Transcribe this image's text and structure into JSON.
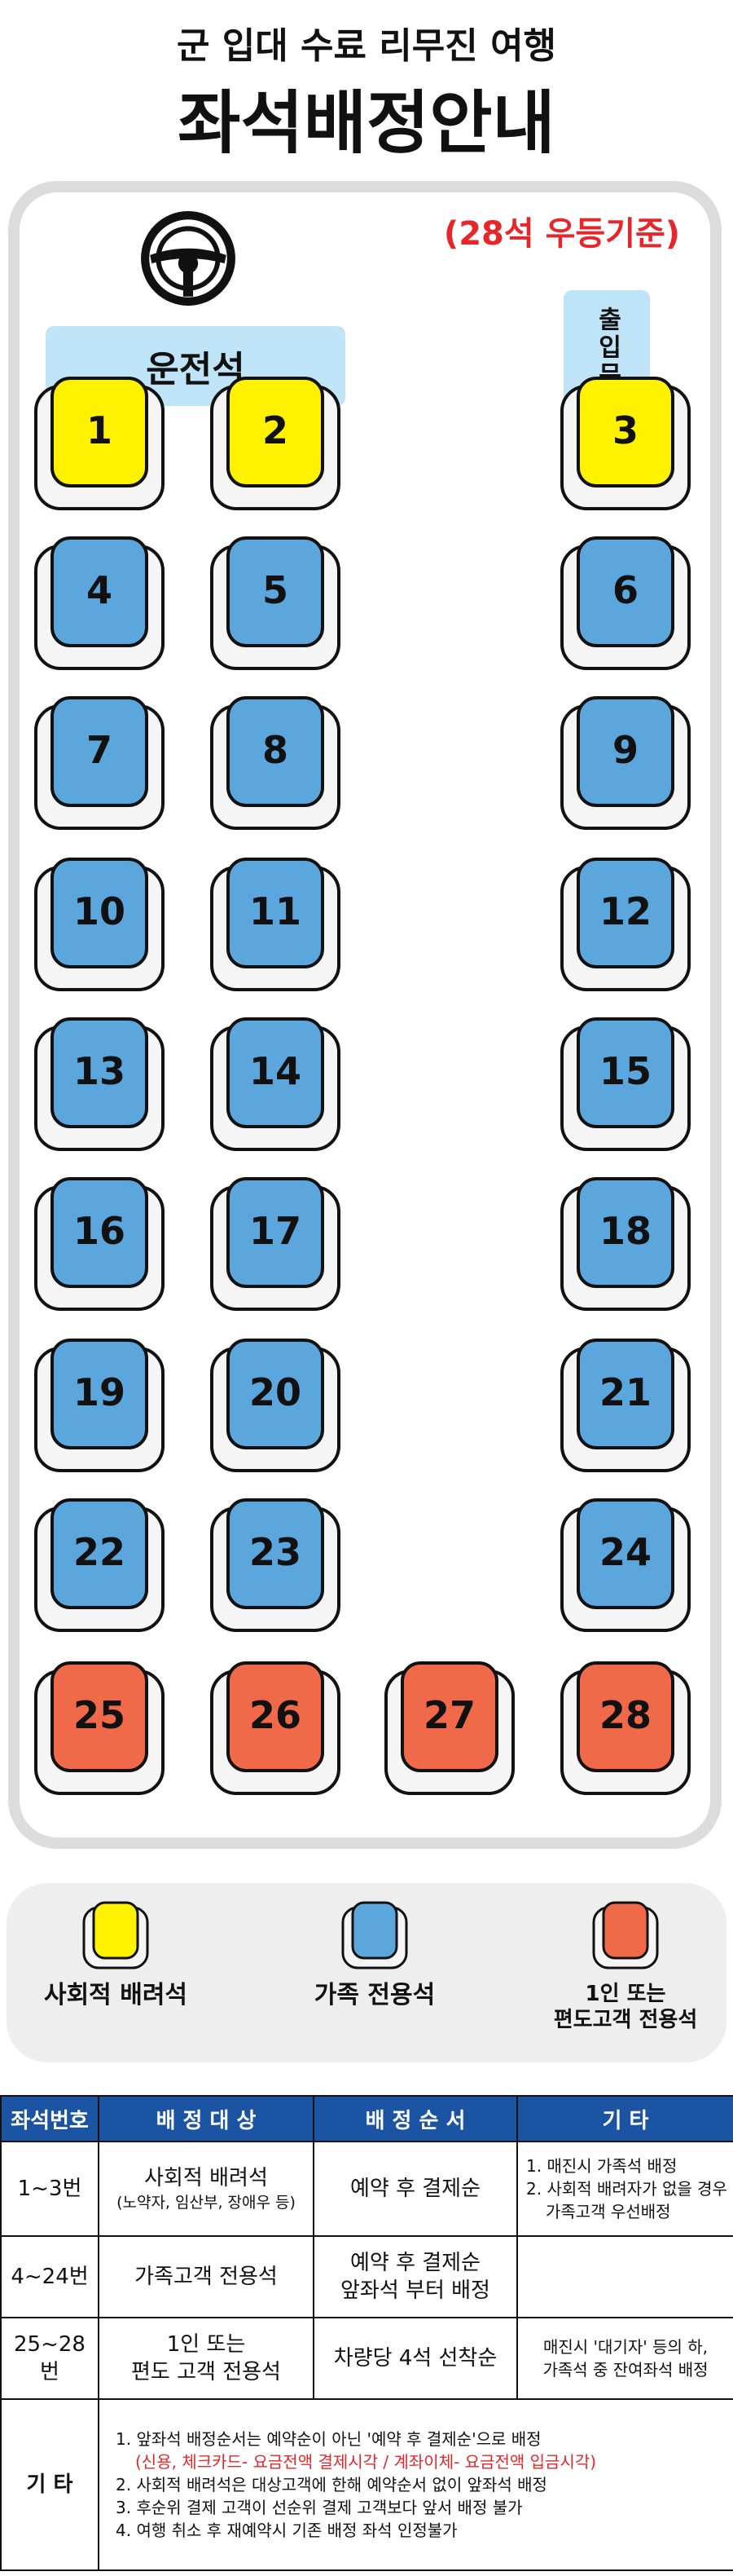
{
  "header": {
    "subtitle": "군 입대 수료 리무진 여행",
    "title": "좌석배정안내"
  },
  "bus": {
    "notice": "(28석 우등기준)",
    "driver_label": "운전석",
    "door_label": "출입문",
    "wheel_icon": "steering-wheel-icon"
  },
  "colors": {
    "yellow": "#fff200",
    "blue": "#5ba6dc",
    "orange": "#f06a4a",
    "frame": "#f5f5f5",
    "accent_red": "#e8262a",
    "table_header": "#1c54a4"
  },
  "seats": [
    {
      "num": "1",
      "type": "yellow"
    },
    {
      "num": "2",
      "type": "yellow"
    },
    {
      "num": "3",
      "type": "yellow"
    },
    {
      "num": "4",
      "type": "blue"
    },
    {
      "num": "5",
      "type": "blue"
    },
    {
      "num": "6",
      "type": "blue"
    },
    {
      "num": "7",
      "type": "blue"
    },
    {
      "num": "8",
      "type": "blue"
    },
    {
      "num": "9",
      "type": "blue"
    },
    {
      "num": "10",
      "type": "blue"
    },
    {
      "num": "11",
      "type": "blue"
    },
    {
      "num": "12",
      "type": "blue"
    },
    {
      "num": "13",
      "type": "blue"
    },
    {
      "num": "14",
      "type": "blue"
    },
    {
      "num": "15",
      "type": "blue"
    },
    {
      "num": "16",
      "type": "blue"
    },
    {
      "num": "17",
      "type": "blue"
    },
    {
      "num": "18",
      "type": "blue"
    },
    {
      "num": "19",
      "type": "blue"
    },
    {
      "num": "20",
      "type": "blue"
    },
    {
      "num": "21",
      "type": "blue"
    },
    {
      "num": "22",
      "type": "blue"
    },
    {
      "num": "23",
      "type": "blue"
    },
    {
      "num": "24",
      "type": "blue"
    },
    {
      "num": "25",
      "type": "orange"
    },
    {
      "num": "26",
      "type": "orange"
    },
    {
      "num": "27",
      "type": "orange"
    },
    {
      "num": "28",
      "type": "orange"
    }
  ],
  "legend": [
    {
      "label": "사회적 배려석",
      "type": "yellow"
    },
    {
      "label": "가족 전용석",
      "type": "blue"
    },
    {
      "label": "1인 또는\n편도고객 전용석",
      "type": "orange"
    }
  ],
  "table": {
    "headers": [
      "좌석번호",
      "배 정 대 상",
      "배 정 순 서",
      "기 타"
    ],
    "rows": [
      {
        "seat": "1~3번",
        "target": "사회적 배려석",
        "target_sub": "(노약자, 임산부, 장애우 등)",
        "order": "예약 후 결제순",
        "etc1": "1. 매진시 가족석 배정",
        "etc2": "2. 사회적 배려자가 없을 경우",
        "etc3": "가족고객 우선배정"
      },
      {
        "seat": "4~24번",
        "target": "가족고객 전용석",
        "order1": "예약 후 결제순",
        "order2": "앞좌석 부터 배정",
        "etc": ""
      },
      {
        "seat": "25~28번",
        "target1": "1인 또는",
        "target2": "편도 고객 전용석",
        "order": "차량당 4석 선착순",
        "etc1": "매진시 '대기자' 등의 하,",
        "etc2": "가족석 중 잔여좌석 배정"
      }
    ],
    "notes_label": "기 타",
    "notes": {
      "n1": "1. 앞좌석 배정순서는 예약순이 아닌 '예약 후 결제순'으로 배정",
      "n1_red": "(신용, 체크카드- 요금전액 결제시각 / 계좌이체- 요금전액 입금시각)",
      "n2": "2. 사회적 배려석은 대상고객에 한해 예약순서 없이 앞좌석 배정",
      "n3": "3. 후순위 결제 고객이 선순위 결제 고객보다 앞서 배정 불가",
      "n4": "4. 여행 취소 후 재예약시 기존 배정 좌석 인정불가"
    }
  }
}
